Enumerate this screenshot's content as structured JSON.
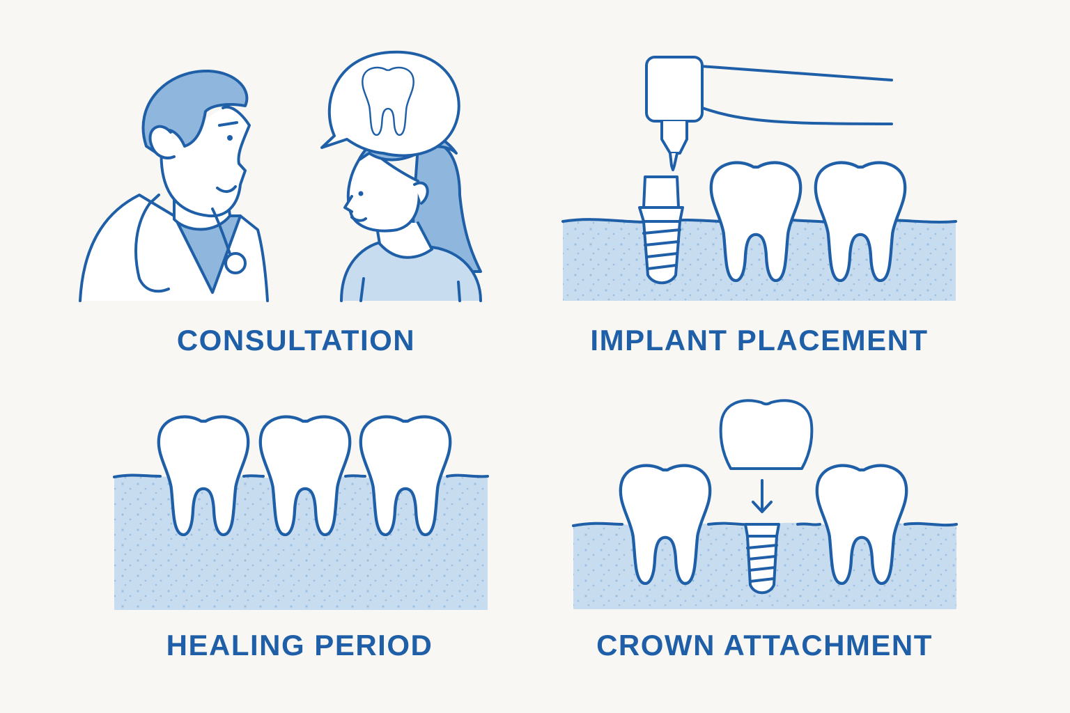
{
  "colors": {
    "line": "#1f5fa8",
    "text": "#1f5fa8",
    "fill_light": "#c7dcef",
    "fill_mid": "#8fb6dc",
    "dots": "#9cc0e3",
    "background": "#f8f7f4"
  },
  "steps": [
    {
      "caption": "CONSULTATION"
    },
    {
      "caption": "IMPLANT PLACEMENT"
    },
    {
      "caption": "HEALING PERIOD"
    },
    {
      "caption": "CROWN ATTACHMENT"
    }
  ],
  "icons": [
    "dentist-icon",
    "patient-icon",
    "speech-bubble-tooth-icon",
    "dental-drill-icon",
    "implant-icon",
    "tooth-icon",
    "gum-icon",
    "crown-icon",
    "down-arrow-icon"
  ]
}
